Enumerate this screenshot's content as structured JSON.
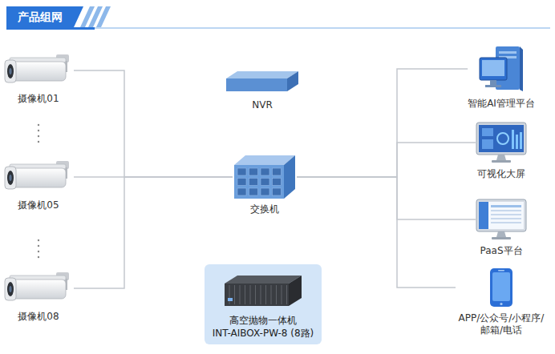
{
  "diagram": {
    "title": "产品组网",
    "nodes": [
      {
        "text": [
          "摄像机01"
        ]
      },
      {
        "text": [
          "摄像机05"
        ]
      },
      {
        "text": [
          "摄像机08"
        ]
      },
      {
        "text": [
          "NVR"
        ]
      },
      {
        "text": [
          "交换机"
        ]
      },
      {
        "text": [
          "高空抛物一体机",
          "INT-AIBOX-PW-8 (8路)"
        ]
      },
      {
        "text": [
          "智能AI管理平台"
        ]
      },
      {
        "text": [
          "可视化大屏"
        ]
      },
      {
        "text": [
          "PaaS平台"
        ]
      },
      {
        "text": [
          "APP/公众号/小程序/ 邮箱/电话"
        ]
      }
    ],
    "edges": [
      {
        "from": 0,
        "to": 4,
        "arrow": "none"
      },
      {
        "from": 1,
        "to": 4,
        "arrow": "none"
      },
      {
        "from": 2,
        "to": 4,
        "arrow": "none"
      },
      {
        "from": 4,
        "to": 6,
        "arrow": "none"
      },
      {
        "from": 4,
        "to": 7,
        "arrow": "none"
      },
      {
        "from": 4,
        "to": 8,
        "arrow": "none"
      },
      {
        "from": 4,
        "to": 9,
        "arrow": "none"
      }
    ]
  }
}
